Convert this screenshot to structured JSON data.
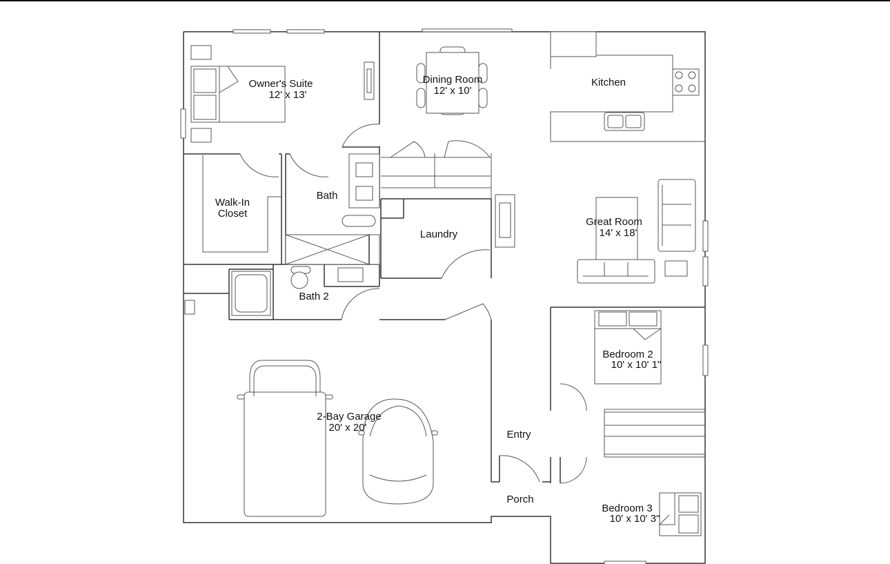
{
  "colors": {
    "line": "#333333",
    "background": "#ffffff"
  },
  "rooms": {
    "owners_suite": {
      "name": "Owner's Suite",
      "size": "12' x 13'"
    },
    "dining_room": {
      "name": "Dining Room",
      "size": "12' x 10'"
    },
    "kitchen": {
      "name": "Kitchen"
    },
    "walk_in_closet": {
      "name_line1": "Walk-In",
      "name_line2": "Closet"
    },
    "bath": {
      "name": "Bath"
    },
    "laundry": {
      "name": "Laundry"
    },
    "great_room": {
      "name": "Great Room",
      "size": "14' x 18'"
    },
    "bath_2": {
      "name": "Bath 2"
    },
    "bedroom_2": {
      "name": "Bedroom 2",
      "size": "10' x 10' 1\""
    },
    "garage": {
      "name": "2-Bay Garage",
      "size": "20' x 20'"
    },
    "entry": {
      "name": "Entry"
    },
    "porch": {
      "name": "Porch"
    },
    "bedroom_3": {
      "name": "Bedroom 3",
      "size": "10' x 10' 3\""
    }
  }
}
